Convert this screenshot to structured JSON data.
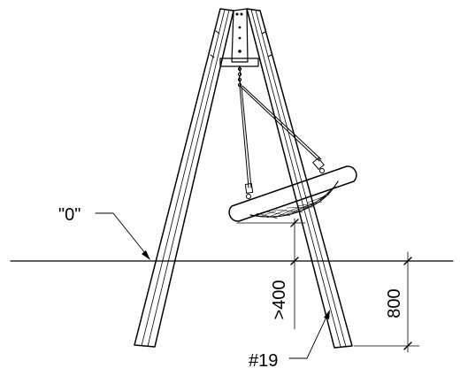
{
  "labels": {
    "ground_level": "\"0\"",
    "min_height": ">400",
    "depth": "800",
    "item_ref": "#19"
  }
}
